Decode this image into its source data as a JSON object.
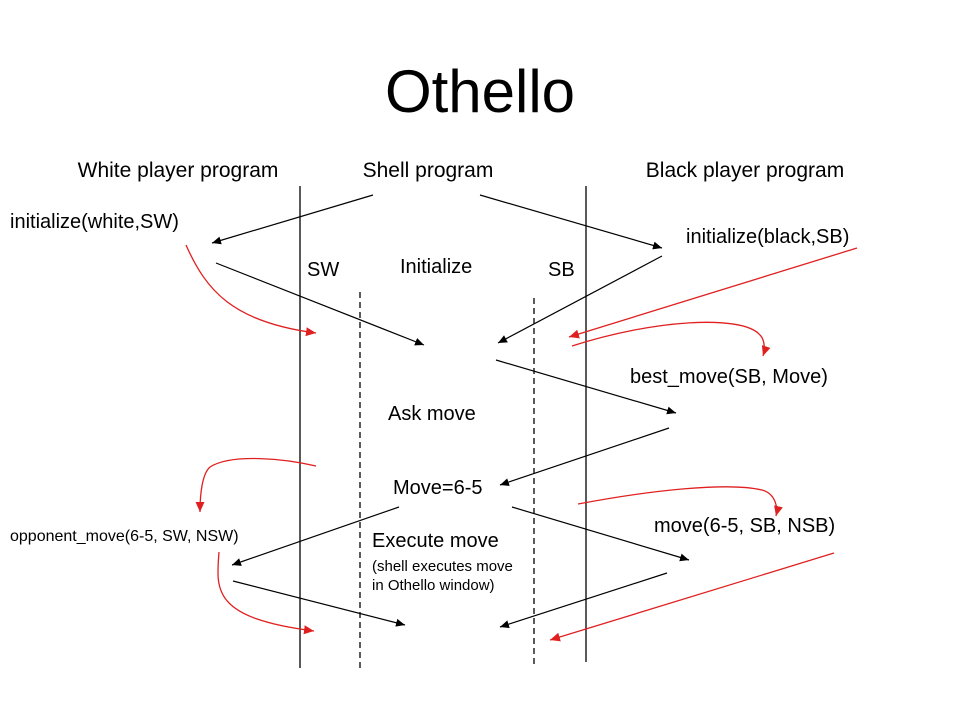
{
  "title": "Othello",
  "columns": {
    "white": "White player program",
    "shell": "Shell program",
    "black": "Black player program"
  },
  "labels": {
    "init_white": "initialize(white,SW)",
    "init_black": "initialize(black,SB)",
    "sw": "SW",
    "initialize": "Initialize",
    "sb": "SB",
    "best_move": "best_move(SB, Move)",
    "ask_move": "Ask move",
    "move_value": "Move=6-5",
    "opponent_move": "opponent_move(6-5, SW, NSW)",
    "move_black": "move(6-5, SB, NSB)",
    "execute_move": "Execute move",
    "execute_note_1": "(shell executes move",
    "execute_note_2": "in Othello window)"
  },
  "colors": {
    "message_arrow": "#000000",
    "annotation_arrow": "#e02020"
  }
}
